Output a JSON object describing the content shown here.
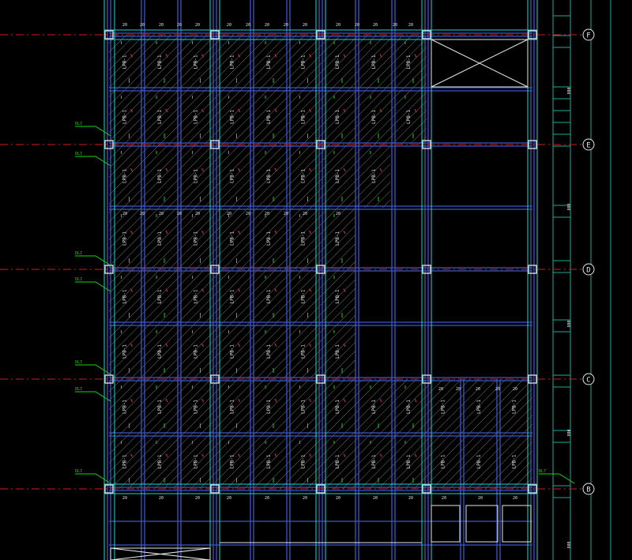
{
  "drawing": {
    "grid_labels": [
      "F",
      "E",
      "D",
      "C",
      "B"
    ],
    "slab_label": "LPB-1",
    "callout_text": "DL7",
    "dim_label": "20",
    "right_dim_label": "800",
    "colors": {
      "background": "#000000",
      "beam": "#3a57c8",
      "grid_red": "#d21a1a",
      "green": "#16d616",
      "cyan": "#19d7d7",
      "white": "#e6e6e6",
      "hatch": "#8a8a8a",
      "column": "#d9d9d9"
    }
  }
}
